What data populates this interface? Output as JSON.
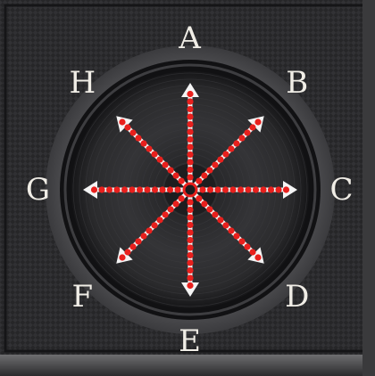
{
  "diagram": {
    "directions": [
      {
        "letter": "A",
        "angle": 0
      },
      {
        "letter": "B",
        "angle": 45
      },
      {
        "letter": "C",
        "angle": 90
      },
      {
        "letter": "D",
        "angle": 135
      },
      {
        "letter": "E",
        "angle": 180
      },
      {
        "letter": "F",
        "angle": 225
      },
      {
        "letter": "G",
        "angle": 270
      },
      {
        "letter": "H",
        "angle": 315
      }
    ]
  },
  "colors": {
    "panel": "#2a2a2c",
    "panel_texture": "#3a3a3d",
    "speaker_surround": "#4a4a4d",
    "speaker_rim": "#121214",
    "cone": "#2c2c2e",
    "arrow_white": "#f4f4f4",
    "dots_red": "#e8201d",
    "label_text": "#f0ede6"
  }
}
